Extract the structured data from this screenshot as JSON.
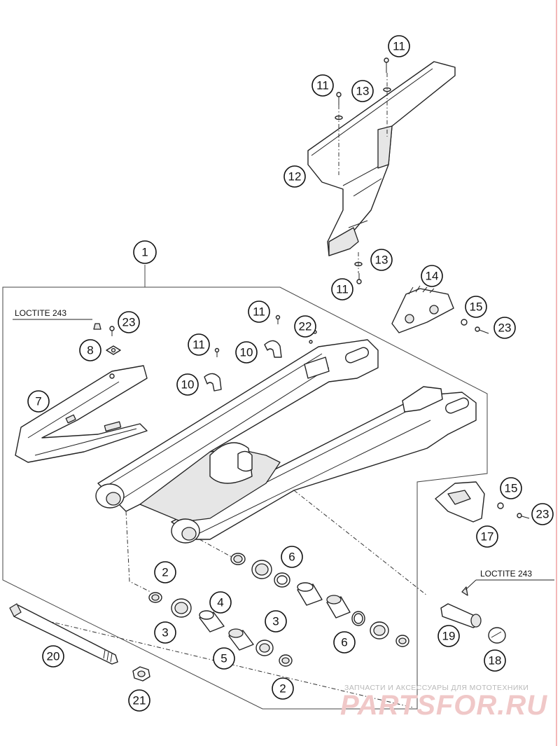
{
  "diagram": {
    "loctite_left": "LOCTITE 243",
    "loctite_right": "LOCTITE 243",
    "callouts": [
      {
        "id": "c1",
        "label": "1"
      },
      {
        "id": "c2a",
        "label": "2"
      },
      {
        "id": "c2b",
        "label": "2"
      },
      {
        "id": "c3a",
        "label": "3"
      },
      {
        "id": "c3b",
        "label": "3"
      },
      {
        "id": "c4",
        "label": "4"
      },
      {
        "id": "c5",
        "label": "5"
      },
      {
        "id": "c6a",
        "label": "6"
      },
      {
        "id": "c6b",
        "label": "6"
      },
      {
        "id": "c7",
        "label": "7"
      },
      {
        "id": "c8",
        "label": "8"
      },
      {
        "id": "c10a",
        "label": "10"
      },
      {
        "id": "c10b",
        "label": "10"
      },
      {
        "id": "c11a",
        "label": "11"
      },
      {
        "id": "c11b",
        "label": "11"
      },
      {
        "id": "c11c",
        "label": "11"
      },
      {
        "id": "c11d",
        "label": "11"
      },
      {
        "id": "c11e",
        "label": "11"
      },
      {
        "id": "c12",
        "label": "12"
      },
      {
        "id": "c13a",
        "label": "13"
      },
      {
        "id": "c13b",
        "label": "13"
      },
      {
        "id": "c14",
        "label": "14"
      },
      {
        "id": "c15a",
        "label": "15"
      },
      {
        "id": "c15b",
        "label": "15"
      },
      {
        "id": "c17",
        "label": "17"
      },
      {
        "id": "c18",
        "label": "18"
      },
      {
        "id": "c19",
        "label": "19"
      },
      {
        "id": "c20",
        "label": "20"
      },
      {
        "id": "c21",
        "label": "21"
      },
      {
        "id": "c22",
        "label": "22"
      },
      {
        "id": "c23a",
        "label": "23"
      },
      {
        "id": "c23b",
        "label": "23"
      },
      {
        "id": "c23c",
        "label": "23"
      }
    ]
  },
  "watermark": {
    "caption": "ЗАПЧАСТИ И АКСЕССУАРЫ ДЛЯ МОТОТЕХНИКИ",
    "brand": "PARTSFOR.RU",
    "brand_color": "#f0c8c8"
  }
}
